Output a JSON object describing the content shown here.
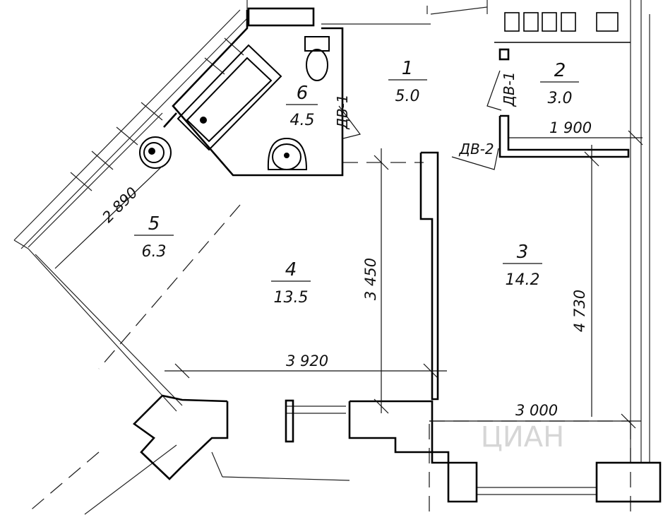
{
  "rooms": [
    {
      "id": "1",
      "area": "5.0"
    },
    {
      "id": "2",
      "area": "3.0"
    },
    {
      "id": "3",
      "area": "14.2"
    },
    {
      "id": "4",
      "area": "13.5"
    },
    {
      "id": "5",
      "area": "6.3"
    },
    {
      "id": "6",
      "area": "4.5"
    }
  ],
  "dimensions": {
    "d2890": "2 890",
    "d1900": "1 900",
    "d3450": "3 450",
    "d4730": "4 730",
    "d3920": "3 920",
    "d3000": "3 000"
  },
  "doors": {
    "bath_door": "ДВ-1",
    "storage_door": "ДВ-1",
    "room_door": "ДВ-2"
  },
  "watermark": "ЦИАН"
}
